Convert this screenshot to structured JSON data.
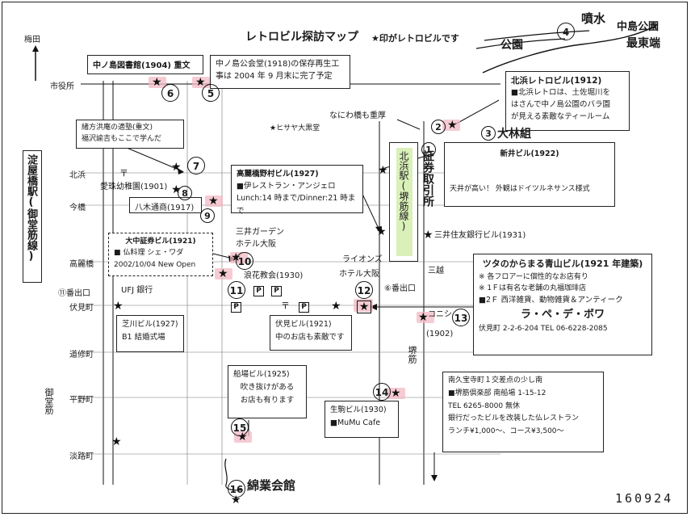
{
  "title": "レトロビル探訪マップ",
  "legend": "★印がレトロビルです",
  "stamp_code": "160924",
  "top_labels": {
    "umeda": "梅田"
  },
  "handwritten": {
    "nakanoshima": "中島公園",
    "saitanhashi": "最東端",
    "funsui": "噴水",
    "koen": "公園",
    "shoken_jo": "証券取引所",
    "omori": "大林組",
    "aizen": "綿業会館"
  },
  "streets_left": [
    {
      "label": "市役所"
    },
    {
      "label": "北浜"
    },
    {
      "label": "今橋"
    },
    {
      "label": "高麗橋"
    },
    {
      "label": "⑪番出口"
    },
    {
      "label": "伏見町"
    },
    {
      "label": "道修町"
    },
    {
      "label": "平野町"
    },
    {
      "label": "御堂筋"
    },
    {
      "label": "淀屋橋駅(御堂筋線)"
    },
    {
      "label": "淡路町"
    }
  ],
  "stations": {
    "yodoyabashi": "淀屋橋駅(御堂筋線)",
    "kitahama": "北浜駅(堺筋線)",
    "sakaisuji": "堺筋",
    "midosuji": "御堂筋",
    "exit6": "⑥番出口",
    "exit11": "⑪番出口"
  },
  "places": {
    "nakanoshima_library": "中ノ島図書館(1904) 重文",
    "kokaido_line1": "中ノ島公会堂(1918)の保存再生工",
    "kokaido_line2": "事は 2004 年 9 月末に完了予定",
    "kitahama_retro_title": "北浜レトロビル(1912)",
    "kitahama_retro_l1": "■北浜レトロは、土佐堀川を",
    "kitahama_retro_l2": "はさんで中ノ島公園のバラ園",
    "kitahama_retro_l3": "が見える素敵なティールーム",
    "naniwa": "なにわ橋も重厚",
    "hisaya": "★ヒサヤ大黒堂",
    "ogata_l1": "緒方洪庵の適塾(重文)",
    "ogata_l2": "福沢諭吉もここで学んだ",
    "aishu": "愛珠幼稚園(1901)",
    "yagi": "八木通商(1917)",
    "koraibashi_title": "高麗橋野村ビル(1927)",
    "koraibashi_l1": "■伊レストラン・アンジェロ",
    "koraibashi_l2": "Lunch:14 時まで/Dinner:21 時まで",
    "shinsei_title": "新井ビル(1922)",
    "shinsei_l1": "天井が高い！ 外観はドイツルネサンス様式",
    "mitsui_sumitomo": "三井住友銀行ビル(1931)",
    "daiko_title": "大中証券ビル(1921)",
    "daiko_l1": "■ 仏料理 シェ・ワダ",
    "daiko_l2": "2002/10/04 New Open",
    "mitsui_garden_1": "三井ガーデン",
    "mitsui_garden_2": "ホテル大阪",
    "naniwa_church": "浪花教会(1930)",
    "lions_1": "ライオンズ",
    "lions_2": "ホテル大阪",
    "mitsukoshi": "三越",
    "ufj": "UFJ 銀行",
    "shibakawa_title": "芝川ビル(1927)",
    "shibakawa_l1": "B1 結婚式場",
    "fushimi_title": "伏見ビル(1921)",
    "fushimi_l1": "中のお店も素敵です",
    "aoyama_title": "ツタのからまる青山ビル(1921 年建築)",
    "aoyama_l1": "※ 各フロアーに個性的なお店有り",
    "aoyama_l2": "※ 1Ｆは有名な老舗の丸福珈琲店",
    "aoyama_l3": "■2Ｆ 西洋雑貨、動物雑貨＆アンティーク",
    "aoyama_l4": "ラ・ペ・デ・ボワ",
    "aoyama_l5": "伏見町 2-2-6-204 TEL 06-6228-2085",
    "konishi": "コニシ",
    "konishi_year": "(1902)",
    "funaba_title": "船場ビル(1925)",
    "funaba_l1": "吹き抜けがある",
    "funaba_l2": "お店も有ります",
    "ikoma_title": "生駒ビル(1930)",
    "ikoma_l1": "■MuMu Cafe",
    "minami_l1": "南久宝寺町１交差点の少し南",
    "minami_l2": "■堺筋倶楽部 南船場 1-15-12",
    "minami_l3": "TEL 6265-8000 無休",
    "minami_l4": "銀行だったビルを改装した仏レストラン",
    "minami_l5": "ランチ¥1,000〜、コース¥3,500〜"
  },
  "markers": [
    "1",
    "2",
    "3",
    "4",
    "5",
    "6",
    "7",
    "8",
    "9",
    "10",
    "11",
    "12",
    "13",
    "14",
    "15",
    "16"
  ],
  "map_symbols": {
    "star": "★",
    "post": "〒",
    "parking": "P"
  }
}
